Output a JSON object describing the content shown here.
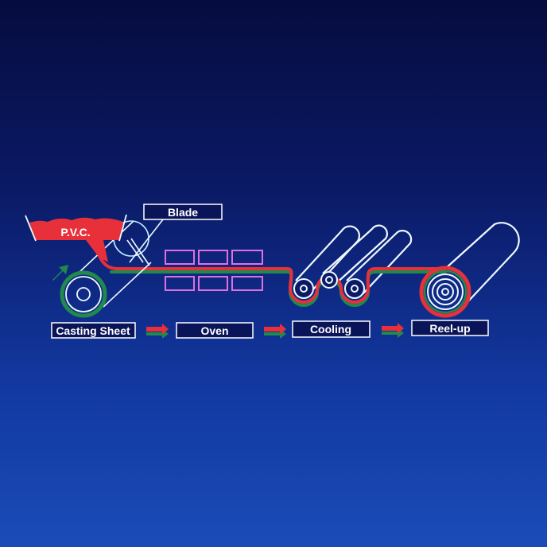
{
  "diagram": {
    "hopper_label": "P.V.C.",
    "blade_label": "Blade",
    "stages": [
      "Casting Sheet",
      "Oven",
      "Cooling",
      "Reel-up"
    ]
  },
  "colors": {
    "sheet_red": "#e8303a",
    "sheet_green": "#1f8a4c",
    "oven": "#e070e0",
    "line": "#e8f6ff"
  }
}
